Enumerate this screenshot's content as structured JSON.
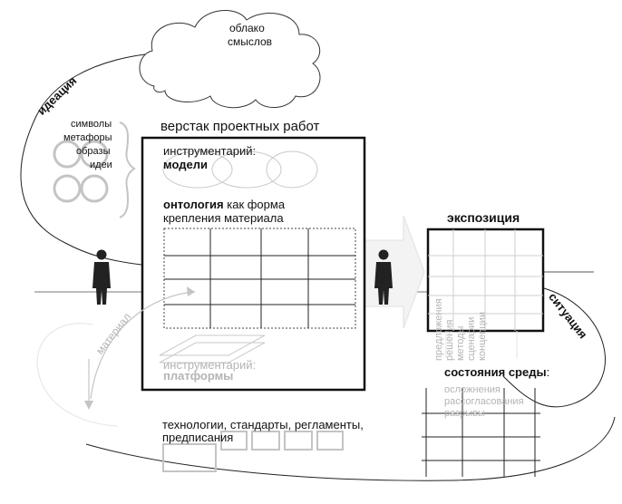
{
  "cloud": {
    "line1": "облако",
    "line2": "смыслов"
  },
  "ideation": {
    "label": "идеация"
  },
  "ideas_list": [
    "символы",
    "метафоры",
    "образы",
    "идеи"
  ],
  "workbench": {
    "title": "верстак проектных работ",
    "instruments_prefix": "инструментарий:",
    "instruments_models": "модели",
    "ontology_bold": "онтология",
    "ontology_rest": " как форма",
    "ontology_line2": "крепления материала",
    "platforms_prefix": "инструментарий:",
    "platforms_bold": "платформы"
  },
  "material": {
    "label": "материал"
  },
  "technologies": {
    "line1": "технологии, стандарты, регламенты,",
    "line2": "предписания"
  },
  "exposition": {
    "title": "экспозиция",
    "vertical_items": [
      "предложения",
      "решения",
      "методы",
      "сценарии",
      "концепции"
    ]
  },
  "situation": {
    "label": "ситуация"
  },
  "environment": {
    "title_bold": "состояния среды",
    "title_suffix": ":",
    "items": [
      "осложнения",
      "рассогласования",
      "разрывы"
    ]
  }
}
